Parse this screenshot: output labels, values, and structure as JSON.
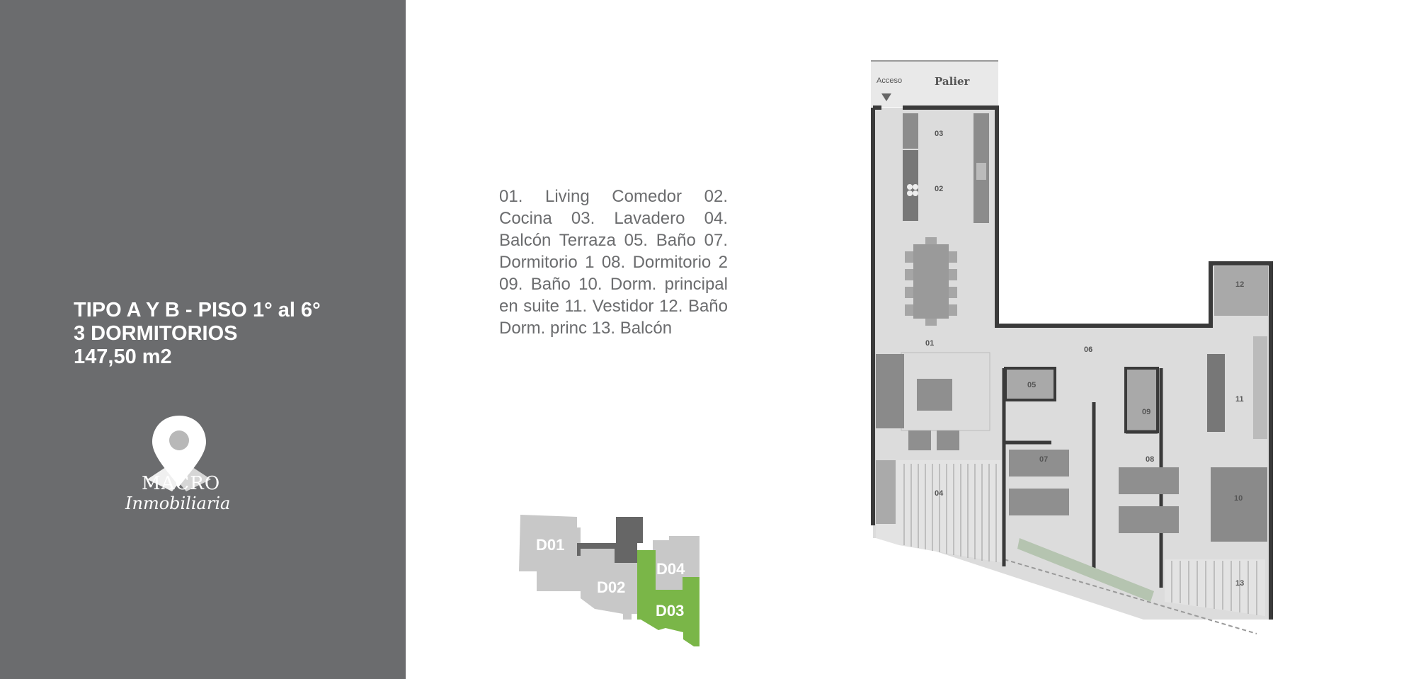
{
  "sidebar": {
    "title_line1": "TIPO A Y B - PISO 1° al 6°",
    "title_line2": "3 DORMITORIOS",
    "title_line3": "147,50 m2",
    "logo_word1": "MACRO",
    "logo_word2": "Inmobiliaria"
  },
  "legend": {
    "text": "01. Living Comedor 02. Cocina 03. Lavadero 04. Balcón Terraza 05. Baño 07. Dormitorio 1 08. Dormitorio 2 09. Baño 10. Dorm. principal en suite 11. Vestidor 12. Baño Dorm. princ 13. Balcón"
  },
  "keymap": {
    "units": [
      "D01",
      "D02",
      "D04",
      "D03"
    ],
    "highlighted": "D03",
    "highlight_color": "#7ab648"
  },
  "plan": {
    "palier": "Palier",
    "acceso": "Acceso",
    "rooms": [
      "01",
      "02",
      "03",
      "04",
      "05",
      "06",
      "07",
      "08",
      "09",
      "10",
      "11",
      "12",
      "13"
    ]
  },
  "colors": {
    "sidebar": "#6b6c6e",
    "floor": "#d9d9d9",
    "wall": "#3c3c3c",
    "furniture": "#8a8a8a"
  }
}
